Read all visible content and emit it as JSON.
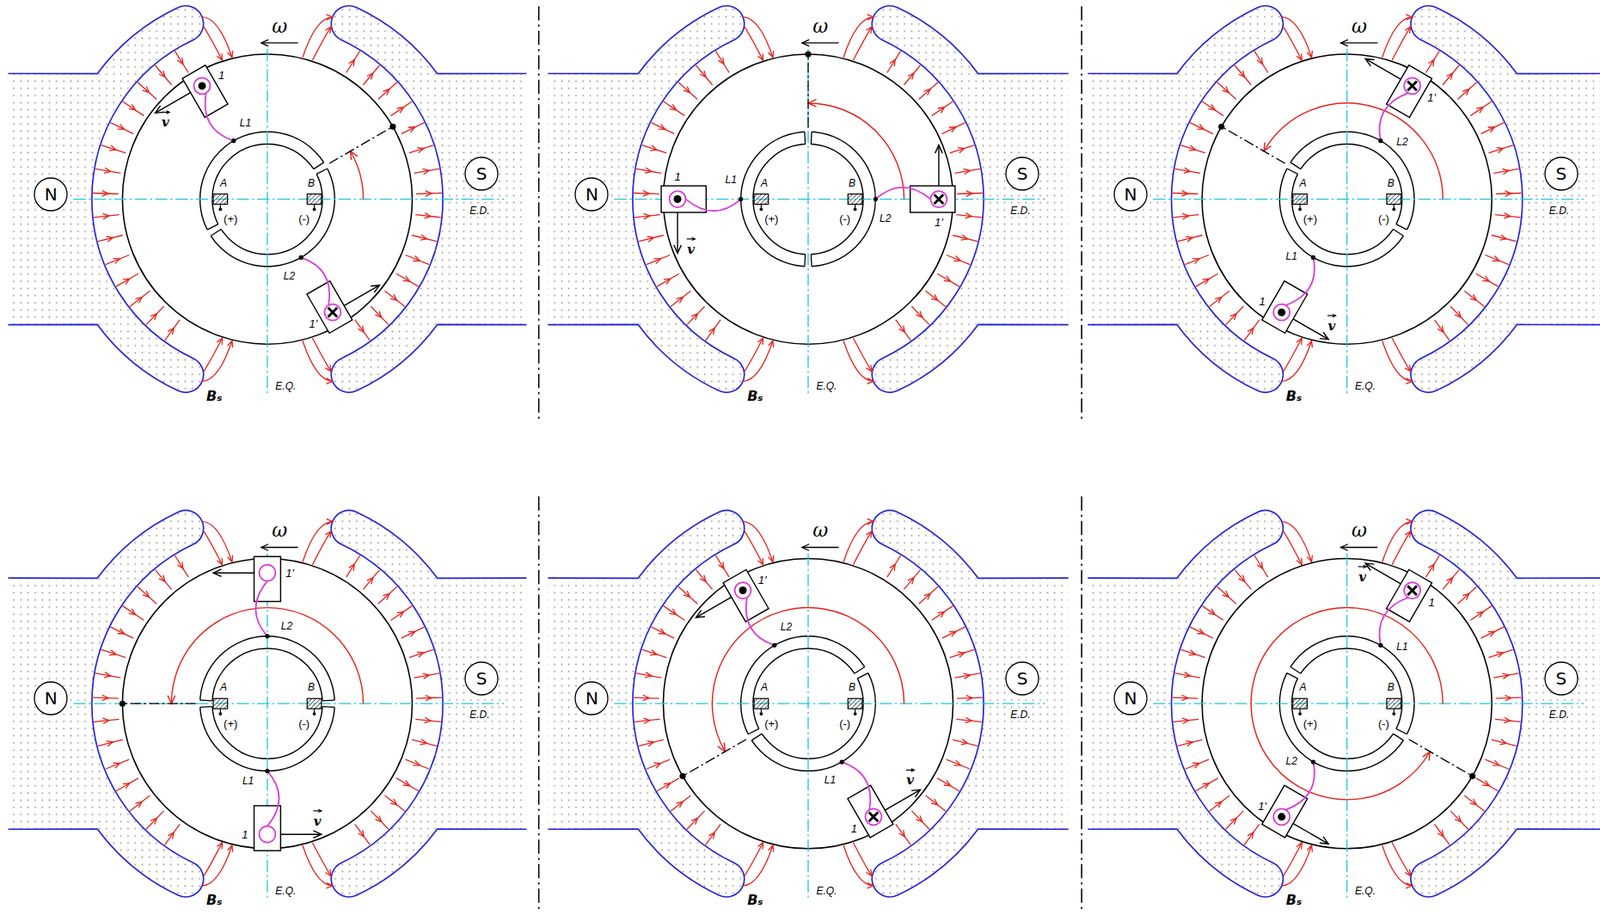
{
  "diagram": {
    "nodes": [
      {
        "text": [
          "N"
        ]
      },
      {
        "text": [
          "S"
        ]
      },
      {
        "text": [
          "N"
        ]
      },
      {
        "text": [
          "S"
        ]
      },
      {
        "text": [
          "N"
        ]
      },
      {
        "text": [
          "S"
        ]
      },
      {
        "text": [
          "N"
        ]
      },
      {
        "text": [
          "S"
        ]
      },
      {
        "text": [
          "N"
        ]
      },
      {
        "text": [
          "S"
        ]
      },
      {
        "text": [
          "N"
        ]
      },
      {
        "text": [
          "S"
        ]
      }
    ],
    "labels": [
      "ω",
      "E.D.",
      "A",
      "B",
      "(+)",
      "(-)",
      "L1",
      "L2",
      "1",
      "1'",
      "v",
      "E.Q.",
      "Bₛ",
      "ω",
      "E.D.",
      "A",
      "B",
      "(+)",
      "(-)",
      "L1",
      "L2",
      "1",
      "1'",
      "v",
      "E.Q.",
      "Bₛ",
      "ω",
      "E.D.",
      "A",
      "B",
      "(+)",
      "(-)",
      "L1",
      "L2",
      "1",
      "1'",
      "v",
      "E.Q.",
      "Bₛ",
      "ω",
      "E.D.",
      "A",
      "B",
      "(+)",
      "(-)",
      "L1",
      "L2",
      "1",
      "1'",
      "v",
      "E.Q.",
      "Bₛ",
      "ω",
      "E.D.",
      "A",
      "B",
      "(+)",
      "(-)",
      "L1",
      "L2",
      "1",
      "1'",
      "v",
      "E.Q.",
      "Bₛ",
      "ω",
      "E.D.",
      "A",
      "B",
      "(+)",
      "(-)",
      "L1",
      "L2",
      "1",
      "1'",
      "v",
      "E.Q.",
      "Bₛ"
    ]
  }
}
